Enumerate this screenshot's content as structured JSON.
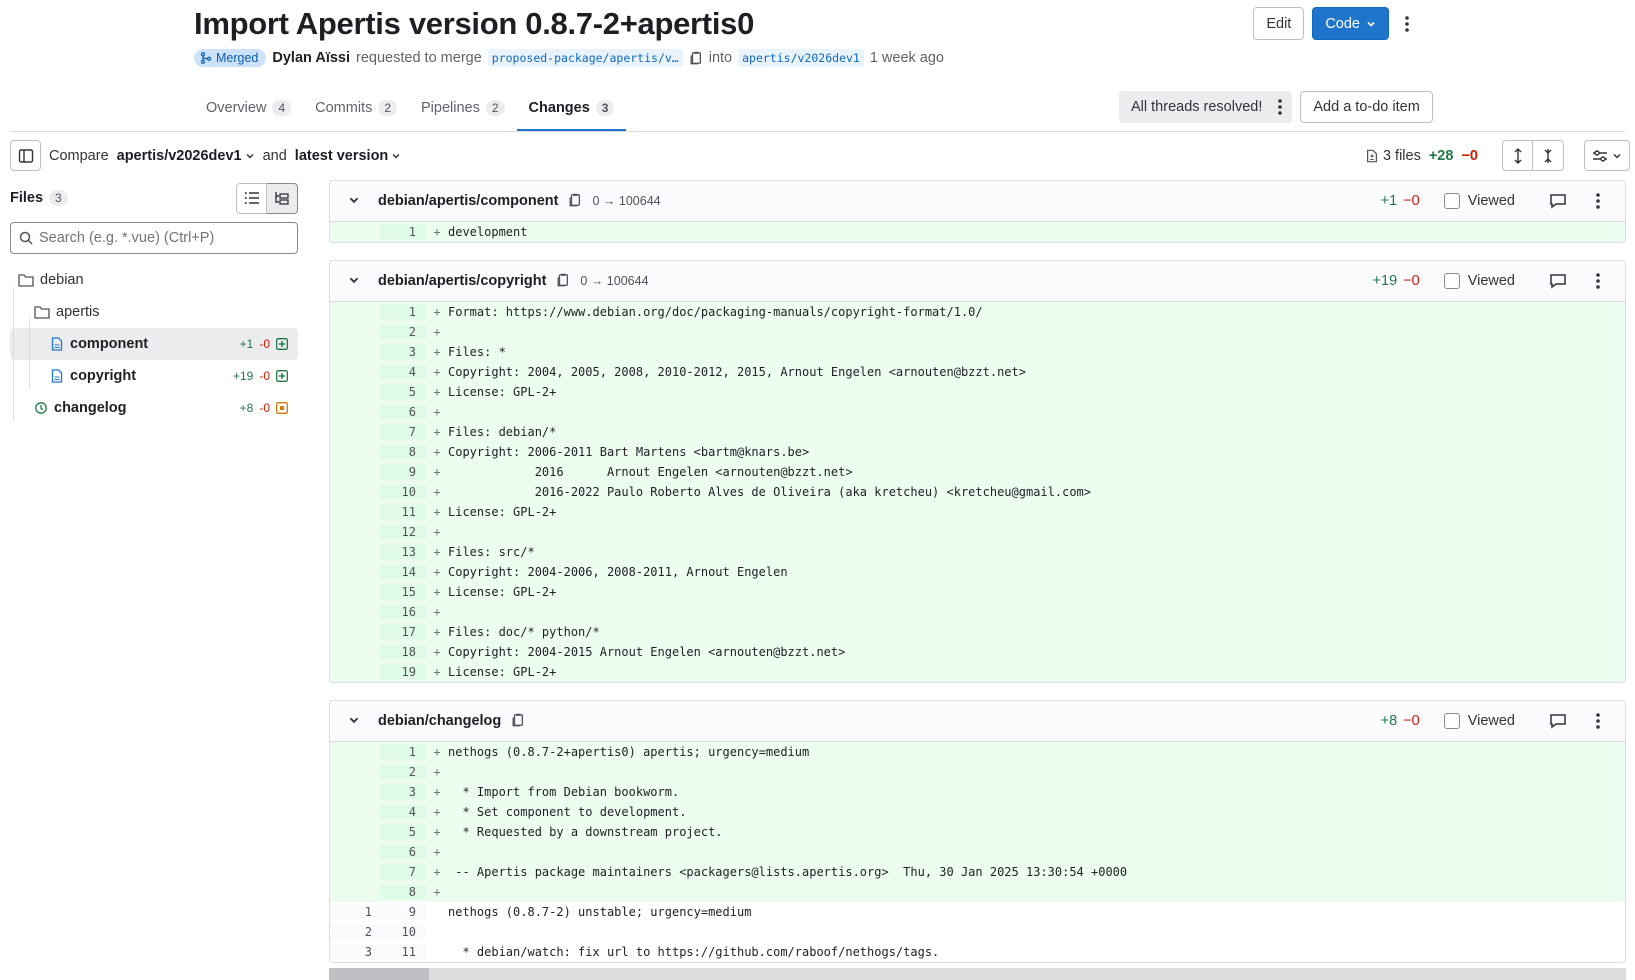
{
  "mr": {
    "title": "Import Apertis version 0.8.7-2+apertis0",
    "status": "Merged",
    "author": "Dylan Aïssi",
    "action": "requested to merge",
    "source_branch": "proposed-package/apertis/v…",
    "into": "into",
    "target_branch": "apertis/v2026dev1",
    "time": "1 week ago"
  },
  "header_buttons": {
    "edit": "Edit",
    "code": "Code"
  },
  "tabs": [
    {
      "label": "Overview",
      "count": "4"
    },
    {
      "label": "Commits",
      "count": "2"
    },
    {
      "label": "Pipelines",
      "count": "2"
    },
    {
      "label": "Changes",
      "count": "3"
    }
  ],
  "threads": {
    "label": "All threads resolved!",
    "todo": "Add a to-do item"
  },
  "compare": {
    "prefix": "Compare",
    "base": "apertis/v2026dev1",
    "and": "and",
    "head": "latest version"
  },
  "stats": {
    "files": "3 files",
    "added": "+28",
    "removed": "−0"
  },
  "sidebar": {
    "title": "Files",
    "count": "3",
    "search_placeholder": "Search (e.g. *.vue) (Ctrl+P)",
    "tree": [
      {
        "name": "debian"
      },
      {
        "name": "apertis"
      },
      {
        "name": "component",
        "added": "+1",
        "removed": "-0"
      },
      {
        "name": "copyright",
        "added": "+19",
        "removed": "-0"
      },
      {
        "name": "changelog",
        "added": "+8",
        "removed": "-0"
      }
    ]
  },
  "viewed_label": "Viewed",
  "diff_files": [
    {
      "name": "debian/apertis/component",
      "mode": "0 → 100644",
      "added": "+1",
      "removed": "−0",
      "lines": [
        {
          "n": "1",
          "t": "development"
        }
      ]
    },
    {
      "name": "debian/apertis/copyright",
      "mode": "0 → 100644",
      "added": "+19",
      "removed": "−0",
      "lines": [
        {
          "n": "1",
          "t": "Format: https://www.debian.org/doc/packaging-manuals/copyright-format/1.0/"
        },
        {
          "n": "2",
          "t": ""
        },
        {
          "n": "3",
          "t": "Files: *"
        },
        {
          "n": "4",
          "t": "Copyright: 2004, 2005, 2008, 2010-2012, 2015, Arnout Engelen <arnouten@bzzt.net>"
        },
        {
          "n": "5",
          "t": "License: GPL-2+"
        },
        {
          "n": "6",
          "t": ""
        },
        {
          "n": "7",
          "t": "Files: debian/*"
        },
        {
          "n": "8",
          "t": "Copyright: 2006-2011 Bart Martens <bartm@knars.be>"
        },
        {
          "n": "9",
          "t": "            2016      Arnout Engelen <arnouten@bzzt.net>"
        },
        {
          "n": "10",
          "t": "            2016-2022 Paulo Roberto Alves de Oliveira (aka kretcheu) <kretcheu@gmail.com>"
        },
        {
          "n": "11",
          "t": "License: GPL-2+"
        },
        {
          "n": "12",
          "t": ""
        },
        {
          "n": "13",
          "t": "Files: src/*"
        },
        {
          "n": "14",
          "t": "Copyright: 2004-2006, 2008-2011, Arnout Engelen"
        },
        {
          "n": "15",
          "t": "License: GPL-2+"
        },
        {
          "n": "16",
          "t": ""
        },
        {
          "n": "17",
          "t": "Files: doc/* python/*"
        },
        {
          "n": "18",
          "t": "Copyright: 2004-2015 Arnout Engelen <arnouten@bzzt.net>"
        },
        {
          "n": "19",
          "t": "License: GPL-2+"
        }
      ]
    },
    {
      "name": "debian/changelog",
      "mode": "",
      "added": "+8",
      "removed": "−0",
      "lines": [
        {
          "n": "1",
          "t": "nethogs (0.8.7-2+apertis0) apertis; urgency=medium"
        },
        {
          "n": "2",
          "t": ""
        },
        {
          "n": "3",
          "t": "  * Import from Debian bookworm."
        },
        {
          "n": "4",
          "t": "  * Set component to development."
        },
        {
          "n": "5",
          "t": "  * Requested by a downstream project."
        },
        {
          "n": "6",
          "t": ""
        },
        {
          "n": "7",
          "t": " -- Apertis package maintainers <packagers@lists.apertis.org>  Thu, 30 Jan 2025 13:30:54 +0000"
        },
        {
          "n": "8",
          "t": ""
        },
        {
          "o": "1",
          "n": "9",
          "t": "nethogs (0.8.7-2) unstable; urgency=medium",
          "ctx": true
        },
        {
          "o": "2",
          "n": "10",
          "t": "",
          "ctx": true
        },
        {
          "o": "3",
          "n": "11",
          "t": "  * debian/watch: fix url to https://github.com/raboof/nethogs/tags.",
          "ctx": true
        }
      ]
    }
  ]
}
